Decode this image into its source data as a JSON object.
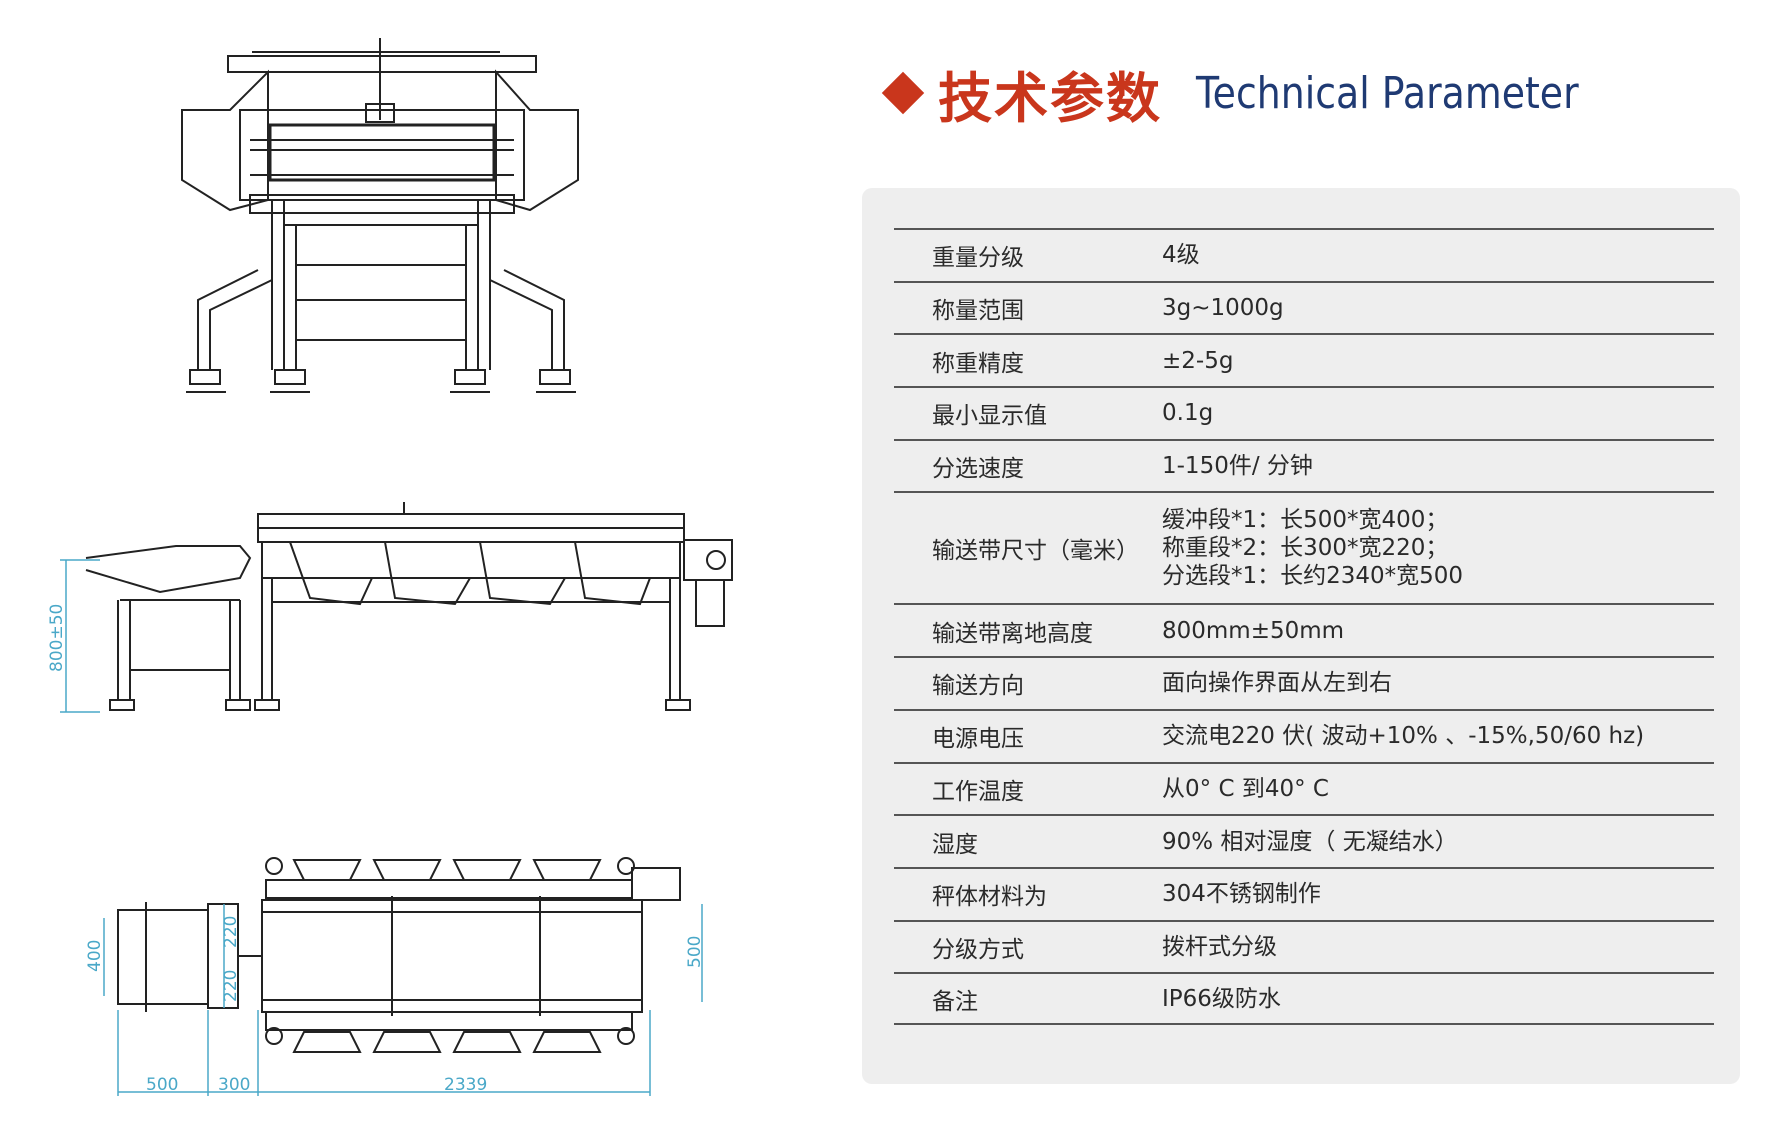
{
  "heading": {
    "title_cn": "技术参数",
    "title_en": "Technical Parameter"
  },
  "drawing_dims": {
    "front_height": "800±50",
    "width_400": "400",
    "lane_220a": "220",
    "lane_220b": "220",
    "width_500": "500",
    "len_500": "500",
    "len_300": "300",
    "len_2339": "2339"
  },
  "specs": [
    {
      "label": "重量分级",
      "value": [
        "4级"
      ]
    },
    {
      "label": "称量范围",
      "value": [
        "3g~1000g"
      ]
    },
    {
      "label": "称重精度",
      "value": [
        "±2-5g"
      ]
    },
    {
      "label": "最小显示值",
      "value": [
        "0.1g"
      ]
    },
    {
      "label": "分选速度",
      "value": [
        "1-150件/ 分钟"
      ]
    },
    {
      "label": "输送带尺寸（毫米）",
      "value": [
        "缓冲段*1：长500*宽400；",
        "称重段*2：长300*宽220；",
        "分选段*1：长约2340*宽500"
      ]
    },
    {
      "label": "输送带离地高度",
      "value": [
        "800mm±50mm"
      ]
    },
    {
      "label": "输送方向",
      "value": [
        "面向操作界面从左到右"
      ]
    },
    {
      "label": "电源电压",
      "value": [
        "交流电220 伏( 波动+10% 、-15%,50/60 hz)"
      ]
    },
    {
      "label": "工作温度",
      "value": [
        "从0° C 到40° C"
      ]
    },
    {
      "label": "湿度",
      "value": [
        "90% 相对湿度（ 无凝结水）"
      ]
    },
    {
      "label": "秤体材料为",
      "value": [
        "304不锈钢制作"
      ]
    },
    {
      "label": "分级方式",
      "value": [
        "拨杆式分级"
      ]
    },
    {
      "label": "备注",
      "value": [
        "IP66级防水"
      ]
    }
  ],
  "colors": {
    "accent": "#c9361c",
    "english_title": "#1f3a73",
    "dimension": "#4aa8c8",
    "panel": "#eeeeee"
  }
}
